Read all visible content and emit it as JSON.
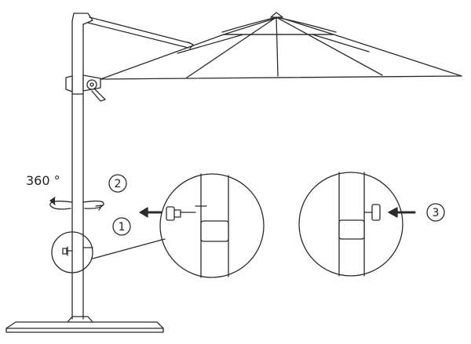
{
  "rotation_label": "360 °",
  "steps": [
    {
      "id": "step-1",
      "label": "1"
    },
    {
      "id": "step-2",
      "label": "2"
    },
    {
      "id": "step-3",
      "label": "3"
    }
  ],
  "colors": {
    "stroke": "#2b2b2b",
    "fill": "#ffffff"
  },
  "icons": [
    "umbrella-canopy-icon",
    "rotate-arrows-icon",
    "push-arrow-icon",
    "knob-icon"
  ]
}
